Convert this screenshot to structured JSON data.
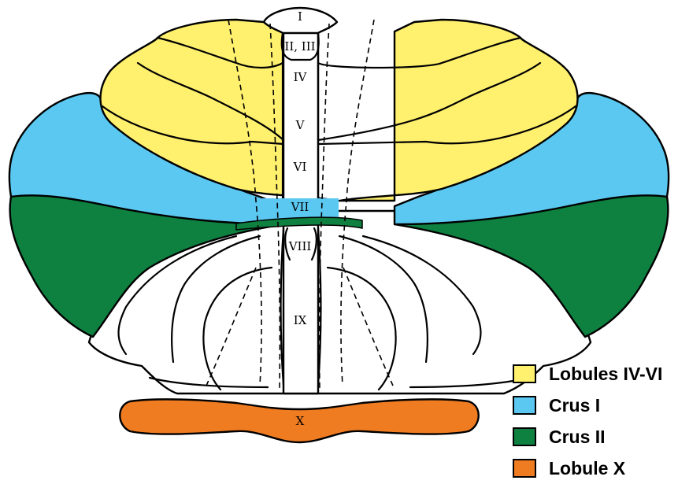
{
  "colors": {
    "lobules_iv_vi": "#FFF06E",
    "crus_i": "#5BC8F2",
    "crus_ii": "#0E8040",
    "lobule_x": "#F07C22",
    "vermis": "#FFFFFF"
  },
  "lobule_labels": {
    "i": "I",
    "ii_iii": "II, III",
    "iv": "IV",
    "v": "V",
    "vi": "VI",
    "vii": "VII",
    "viii": "VIII",
    "ix": "IX",
    "x": "X"
  },
  "legend": {
    "items": [
      {
        "label": "Lobules IV-VI",
        "color": "#FFF06E"
      },
      {
        "label": "Crus I",
        "color": "#5BC8F2"
      },
      {
        "label": "Crus II",
        "color": "#0E8040"
      },
      {
        "label": "Lobule X",
        "color": "#F07C22"
      }
    ]
  }
}
